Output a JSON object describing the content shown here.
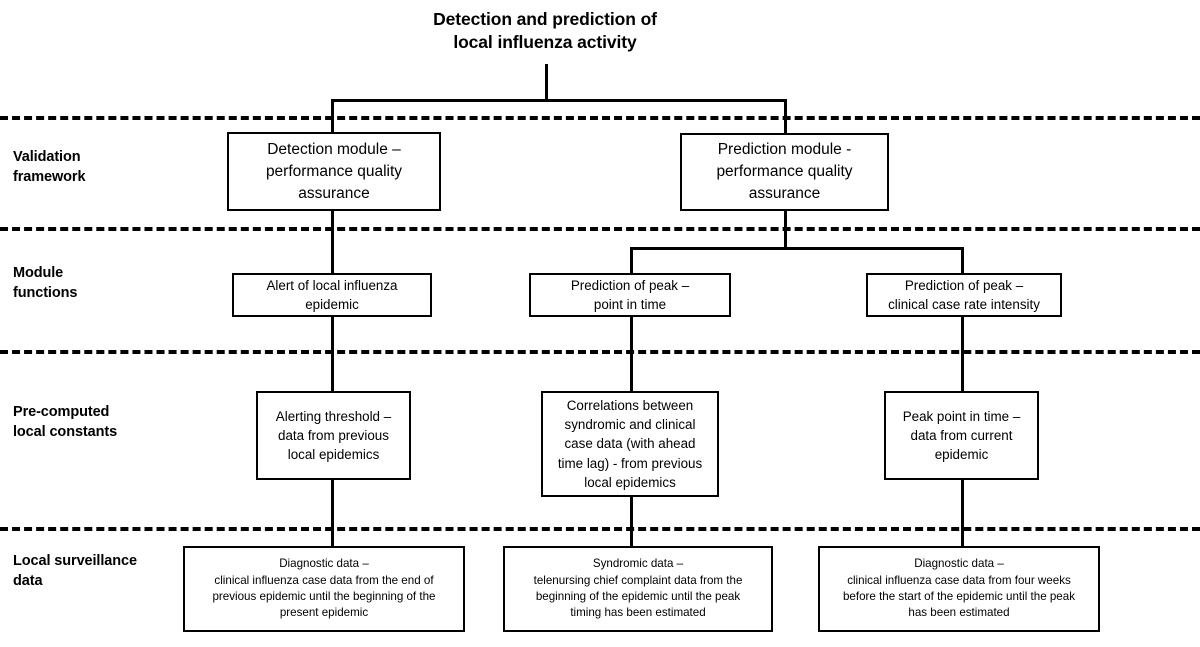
{
  "diagram": {
    "title": "Detection and prediction of\nlocal influenza activity",
    "title_line1": "Detection and prediction of",
    "title_line2": "local influenza activity",
    "row_labels": [
      {
        "id": "validation-framework",
        "line1": "Validation",
        "line2": "framework"
      },
      {
        "id": "module-functions",
        "line1": "Module",
        "line2": "functions"
      },
      {
        "id": "pre-computed-local-constants",
        "line1": "Pre-computed",
        "line2": "local constants"
      },
      {
        "id": "local-surveillance-data",
        "line1": "Local surveillance",
        "line2": "data"
      }
    ],
    "nodes": {
      "detection_module": {
        "line1": "Detection module –",
        "line2": "performance quality",
        "line3": "assurance"
      },
      "prediction_module": {
        "line1": "Prediction module -",
        "line2": "performance quality",
        "line3": "assurance"
      },
      "alert_local_epidemic": {
        "line1": "Alert of local influenza",
        "line2": "epidemic"
      },
      "prediction_peak_point_in_time": {
        "line1": "Prediction of peak –",
        "line2": "point in time"
      },
      "prediction_peak_case_rate": {
        "line1": "Prediction of peak –",
        "line2": "clinical case rate intensity"
      },
      "alerting_threshold": {
        "line1": "Alerting threshold –",
        "line2": "data from previous",
        "line3": "local epidemics"
      },
      "correlations": {
        "line1": "Correlations between",
        "line2": "syndromic and clinical",
        "line3": "case data (with ahead",
        "line4": "time lag) - from previous",
        "line5": "local epidemics"
      },
      "peak_point_in_time_constant": {
        "line1": "Peak point in time –",
        "line2": "data from current",
        "line3": "epidemic"
      },
      "diagnostic_data_left": {
        "line1": "Diagnostic data –",
        "line2": "clinical influenza case data from the end of",
        "line3": "previous epidemic until the beginning of the",
        "line4": "present epidemic"
      },
      "syndromic_data_middle": {
        "line1": "Syndromic data –",
        "line2": "telenursing chief complaint data from the",
        "line3": "beginning of the epidemic until the peak",
        "line4": "timing has been estimated"
      },
      "diagnostic_data_right": {
        "line1": "Diagnostic data –",
        "line2": "clinical influenza case data from four weeks",
        "line3": "before the start of the epidemic until the peak",
        "line4": "has been estimated"
      }
    },
    "colors": {
      "background": "#ffffff",
      "stroke": "#000000",
      "text": "#000000"
    }
  }
}
